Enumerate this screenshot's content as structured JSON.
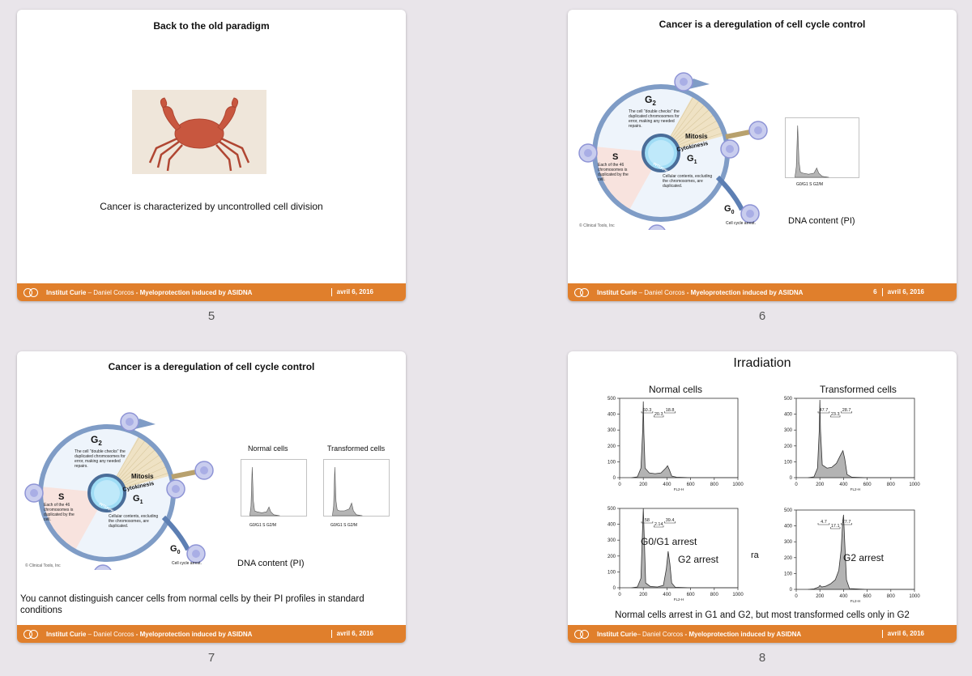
{
  "slides": [
    {
      "number": "5",
      "title": "Back to the old paradigm",
      "body": "Cancer is characterized by uncontrolled cell division",
      "footer": {
        "org": "Institut Curie",
        "sep": " – ",
        "author": "Daniel Corcos",
        "dash": " - ",
        "topic": "Myeloprotection induced by ASIDNA",
        "page": "",
        "date": "avril 6, 2016"
      }
    },
    {
      "number": "6",
      "title": "Cancer is a deregulation of cell cycle control",
      "dna_label": "DNA content (PI)",
      "hist_axis": "G0/G1 S G2/M",
      "footer": {
        "org": "Institut Curie",
        "sep": " – ",
        "author": "Daniel Corcos",
        "dash": " - ",
        "topic": "Myeloprotection induced by ASIDNA",
        "page": "6",
        "date": "avril 6, 2016"
      }
    },
    {
      "number": "7",
      "title": "Cancer is a deregulation of cell cycle control",
      "normal_label": "Normal cells",
      "transformed_label": "Transformed cells",
      "dna_label": "DNA content (PI)",
      "hist_axis": "G0/G1 S G2/M",
      "body": "You cannot distinguish cancer cells from normal cells by their PI profiles in standard conditions",
      "footer": {
        "org": "Institut Curie",
        "sep": " – ",
        "author": "Daniel Corcos",
        "dash": " - ",
        "topic": "Myeloprotection induced by ASIDNA",
        "page": "",
        "date": "avril 6, 2016"
      }
    },
    {
      "number": "8",
      "title": "Irradiation",
      "normal_label": "Normal cells",
      "transformed_label": "Transformed cells",
      "g0g1_arrest": "G0/G1 arrest",
      "g2_arrest_left": "G2 arrest",
      "g2_arrest_right": "G2 arrest",
      "stray": "ra",
      "body": "Normal cells arrest in G1 and G2, but most transformed cells only in G2",
      "footer": {
        "org": "Institut Curie",
        "sep": "– ",
        "author": "Daniel Corcos",
        "dash": " - ",
        "topic": "Myeloprotection induced by ASIDNA",
        "page": "",
        "date": "avril 6, 2016"
      }
    }
  ],
  "cycle_diagram": {
    "g2": "G",
    "g2_sub": "2",
    "g2_text": "The cell \"double checks\" the duplicated chromosomes for error, making any needed repairs.",
    "mitosis": "Mitosis",
    "cytokinesis": "Cytokinesis",
    "interphase": "INTERPHASE",
    "s": "S",
    "s_text": "Each of the 46 chromosomes is duplicated by the cell.",
    "g1": "G",
    "g1_sub": "1",
    "g1_text": "Cellular contents, excluding the chromosomes, are duplicated.",
    "g0": "G",
    "g0_sub": "0",
    "g0_text": "Cell cycle arrest.",
    "copyright": "© Clinical Tools, Inc"
  },
  "chart_data": [
    {
      "type": "area",
      "panel": "slide8-normal-control",
      "xlabel": "FL2-H",
      "xlim": [
        0,
        1000
      ],
      "ylim": [
        0,
        500
      ],
      "xticks": [
        0,
        200,
        400,
        600,
        800,
        1000
      ],
      "yticks": [
        0,
        100,
        200,
        300,
        400,
        500
      ],
      "gates": [
        "60.3",
        "20.3",
        "18.8"
      ],
      "x": [
        100,
        150,
        180,
        195,
        200,
        205,
        215,
        250,
        300,
        350,
        390,
        405,
        420,
        440,
        480,
        600,
        1000
      ],
      "y": [
        0,
        5,
        60,
        300,
        480,
        280,
        60,
        30,
        25,
        30,
        60,
        75,
        50,
        10,
        3,
        0,
        0
      ]
    },
    {
      "type": "area",
      "panel": "slide8-transformed-control",
      "xlabel": "FL2-H",
      "xlim": [
        0,
        1000
      ],
      "ylim": [
        0,
        500
      ],
      "xticks": [
        0,
        200,
        400,
        600,
        800,
        1000
      ],
      "yticks": [
        0,
        100,
        200,
        300,
        400,
        500
      ],
      "gates": [
        "47.7",
        "23.3",
        "28.7"
      ],
      "x": [
        100,
        150,
        180,
        195,
        200,
        205,
        220,
        260,
        300,
        340,
        380,
        395,
        410,
        430,
        470,
        600,
        1000
      ],
      "y": [
        0,
        5,
        60,
        300,
        490,
        300,
        80,
        60,
        65,
        90,
        150,
        170,
        120,
        20,
        3,
        0,
        0
      ]
    },
    {
      "type": "area",
      "panel": "slide8-normal-irradiated",
      "xlabel": "FL2-H",
      "xlim": [
        0,
        1000
      ],
      "ylim": [
        0,
        500
      ],
      "xticks": [
        0,
        200,
        400,
        600,
        800,
        1000
      ],
      "yticks": [
        0,
        100,
        200,
        300,
        400,
        500
      ],
      "gates": [
        "58",
        "2.14",
        "39.4"
      ],
      "x": [
        100,
        150,
        180,
        192,
        200,
        208,
        220,
        260,
        320,
        370,
        395,
        410,
        425,
        440,
        470,
        600,
        1000
      ],
      "y": [
        0,
        5,
        60,
        330,
        500,
        320,
        30,
        8,
        5,
        15,
        120,
        230,
        150,
        30,
        3,
        0,
        0
      ]
    },
    {
      "type": "area",
      "panel": "slide8-transformed-irradiated",
      "xlabel": "FL2-H",
      "xlim": [
        0,
        1000
      ],
      "ylim": [
        0,
        500
      ],
      "xticks": [
        0,
        200,
        400,
        600,
        800,
        1000
      ],
      "yticks": [
        0,
        100,
        200,
        300,
        400,
        500
      ],
      "gates": [
        "4.7",
        "17.1",
        "77.7"
      ],
      "x": [
        100,
        150,
        190,
        200,
        215,
        250,
        290,
        330,
        360,
        380,
        392,
        400,
        410,
        425,
        450,
        600,
        1000
      ],
      "y": [
        0,
        3,
        15,
        25,
        15,
        20,
        35,
        60,
        120,
        250,
        420,
        470,
        300,
        60,
        5,
        0,
        0
      ]
    },
    {
      "type": "area",
      "panel": "small-pi-profile-normal",
      "x": [
        0.1,
        0.12,
        0.14,
        0.16,
        0.18,
        0.22,
        0.3,
        0.38,
        0.42,
        0.45,
        0.5,
        0.6
      ],
      "y": [
        0,
        0.2,
        1.0,
        0.3,
        0.1,
        0.08,
        0.06,
        0.08,
        0.18,
        0.08,
        0.02,
        0
      ]
    },
    {
      "type": "area",
      "panel": "small-pi-profile-transformed",
      "x": [
        0.1,
        0.12,
        0.14,
        0.16,
        0.18,
        0.22,
        0.3,
        0.38,
        0.42,
        0.45,
        0.5,
        0.6
      ],
      "y": [
        0,
        0.2,
        1.0,
        0.3,
        0.12,
        0.1,
        0.1,
        0.14,
        0.26,
        0.1,
        0.02,
        0
      ]
    }
  ]
}
